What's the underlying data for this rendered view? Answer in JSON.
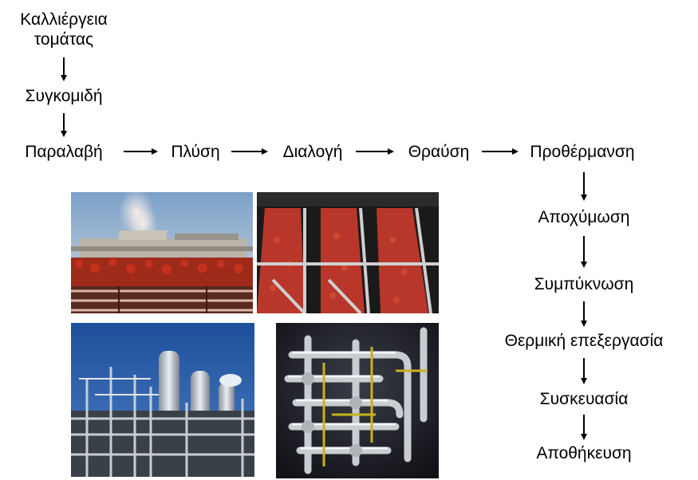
{
  "steps": {
    "cultivation": "Καλλιέργεια τομάτας",
    "harvest": "Συγκομιδή",
    "reception": "Παραλαβή",
    "washing": "Πλύση",
    "sorting": "Διαλογή",
    "crushing": "Θραύση",
    "preheating": "Προθέρμανση",
    "deseeding": "Αποχύμωση",
    "concentration": "Συμπύκνωση",
    "heat_treatment": "Θερμική επεξεργασία",
    "packaging": "Συσκευασία",
    "storage": "Αποθήκευση"
  },
  "colors": {
    "text": "#000000",
    "arrow": "#000000",
    "tomato": "#c0392b",
    "sky": "#2a5fb0"
  },
  "photos": [
    {
      "name": "tomato-factory-photo"
    },
    {
      "name": "tomato-conveyor-photo"
    },
    {
      "name": "evaporator-plant-photo"
    },
    {
      "name": "steel-piping-photo"
    }
  ]
}
